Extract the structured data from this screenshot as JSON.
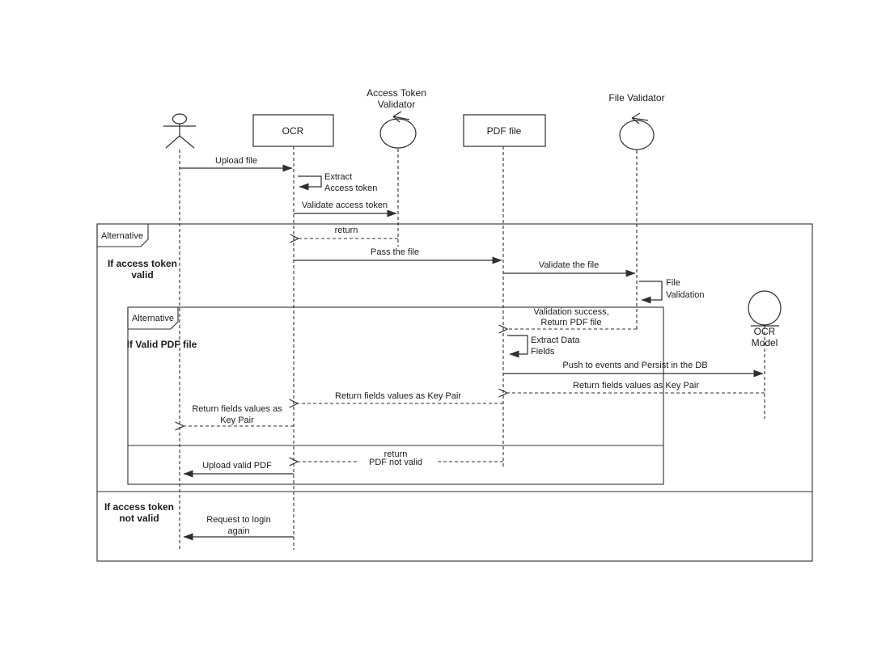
{
  "colors": {
    "line": "#2f2f2f",
    "text": "#1c1c1c",
    "background": "#ffffff"
  },
  "participants": {
    "actor": {
      "icon": "actor-stick-figure"
    },
    "ocr": {
      "label": "OCR"
    },
    "access_token_validator": {
      "line1": "Access Token",
      "line2": "Validator",
      "icon": "control-circle-arrow"
    },
    "pdf_file": {
      "label": "PDF file"
    },
    "file_validator": {
      "label": "File Validator",
      "icon": "control-circle-arrow"
    },
    "ocr_model": {
      "line1": "OCR",
      "line2": "Model",
      "icon": "entity-circle-underline"
    }
  },
  "frames": {
    "outer": {
      "tag": "Alternative",
      "guard_valid_line1": "If access token",
      "guard_valid_line2": "valid",
      "guard_not_valid_line1": "If access token",
      "guard_not_valid_line2": "not valid"
    },
    "inner": {
      "tag": "Alternative",
      "guard": "If Valid PDF file"
    }
  },
  "messages": {
    "upload_file": "Upload file",
    "extract_token_line1": "Extract",
    "extract_token_line2": "Access token",
    "validate_access_token": "Validate access token",
    "return_token": "return",
    "pass_the_file": "Pass the file",
    "validate_the_file": "Validate the file",
    "file_validation_line1": "File",
    "file_validation_line2": "Validation",
    "validation_success_line1": "Validation success,",
    "validation_success_line2": "Return PDF file",
    "extract_data_line1": "Extract Data",
    "extract_data_line2": "Fields",
    "push_events": "Push to events and Persist in the DB",
    "return_kv_to_pdf": "Return fields values as Key Pair",
    "return_kv_to_ocr": "Return fields values as Key Pair",
    "return_kv_to_actor_line1": "Return fields values as",
    "return_kv_to_actor_line2": "Key Pair",
    "return_not_valid_line1": "return",
    "return_not_valid_line2": "PDF not valid",
    "upload_valid_pdf": "Upload valid PDF",
    "request_login_line1": "Request to login",
    "request_login_line2": "again"
  }
}
